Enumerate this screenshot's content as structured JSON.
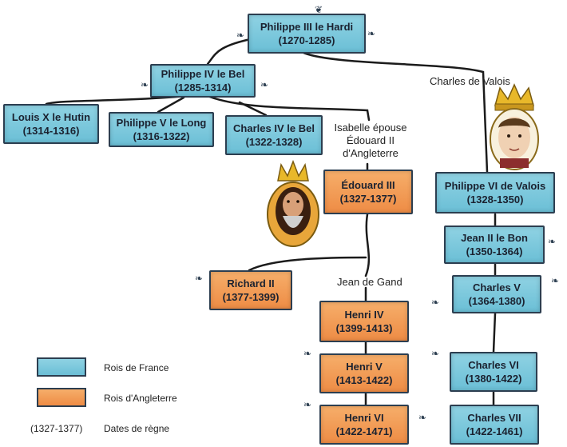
{
  "colors": {
    "france": "#7cc8dc",
    "england": "#f29a55",
    "line": "#1b1b1b"
  },
  "kings": {
    "philippe3": {
      "name": "Philippe III le Hardi",
      "dates": "(1270-1285)"
    },
    "philippe4": {
      "name": "Philippe IV le Bel",
      "dates": "(1285-1314)"
    },
    "louis10": {
      "name": "Louis X le Hutin",
      "dates": "(1314-1316)"
    },
    "philippe5": {
      "name": "Philippe V le Long",
      "dates": "(1316-1322)"
    },
    "charles4": {
      "name": "Charles IV le Bel",
      "dates": "(1322-1328)"
    },
    "edouard3": {
      "name": "Édouard III",
      "dates": "(1327-1377)"
    },
    "philippe6": {
      "name": "Philippe VI de Valois",
      "dates": "(1328-1350)"
    },
    "jean2": {
      "name": "Jean II le Bon",
      "dates": "(1350-1364)"
    },
    "richard2": {
      "name": "Richard II",
      "dates": "(1377-1399)"
    },
    "charles5": {
      "name": "Charles V",
      "dates": "(1364-1380)"
    },
    "henri4": {
      "name": "Henri IV",
      "dates": "(1399-1413)"
    },
    "henri5": {
      "name": "Henri V",
      "dates": "(1413-1422)"
    },
    "charles6": {
      "name": "Charles VI",
      "dates": "(1380-1422)"
    },
    "henri6": {
      "name": "Henri VI",
      "dates": "(1422-1471)"
    },
    "charles7": {
      "name": "Charles VII",
      "dates": "(1422-1461)"
    }
  },
  "labels": {
    "charles_de_valois": "Charles de Valois",
    "isabelle_1": "Isabelle épouse",
    "isabelle_2": "Édouard II",
    "isabelle_3": "d'Angleterre",
    "jean_de_gand": "Jean de Gand"
  },
  "legend": {
    "france": "Rois de France",
    "england": "Rois d'Angleterre",
    "dates_example": "(1327-1377)",
    "dates_label": "Dates de règne"
  }
}
